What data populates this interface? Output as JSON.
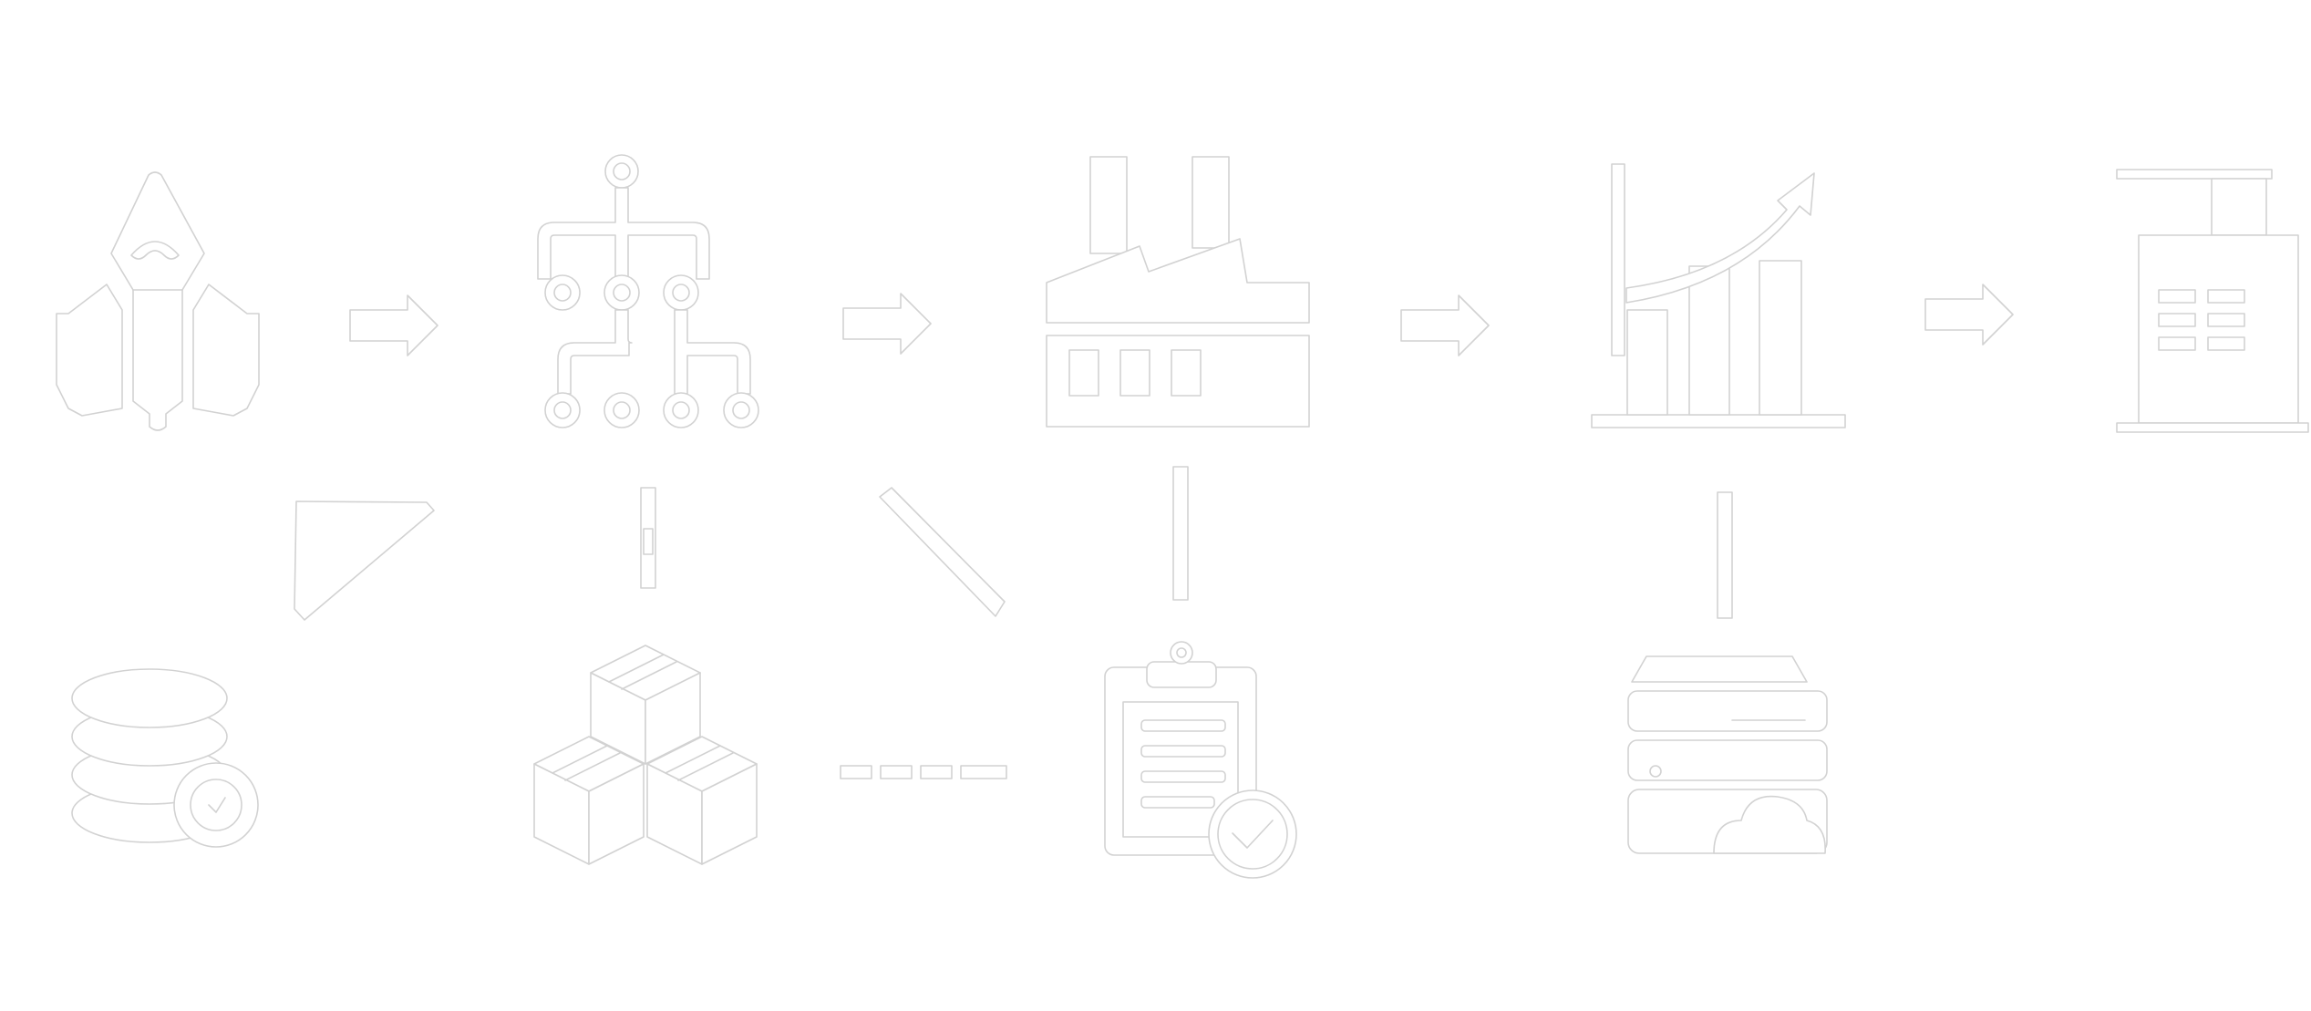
{
  "diagram": {
    "background": "#ffffff",
    "stroke_color": "#d2d2d2",
    "nodes": [
      {
        "id": "rocket",
        "icon": "rocket-icon"
      },
      {
        "id": "hierarchy",
        "icon": "org-hierarchy-icon"
      },
      {
        "id": "factory",
        "icon": "factory-icon"
      },
      {
        "id": "growth",
        "icon": "growth-chart-icon"
      },
      {
        "id": "building",
        "icon": "office-building-icon"
      },
      {
        "id": "data",
        "icon": "database-coins-icon"
      },
      {
        "id": "boxes",
        "icon": "stacked-boxes-icon"
      },
      {
        "id": "checklist",
        "icon": "clipboard-check-icon"
      },
      {
        "id": "cloud",
        "icon": "cloud-server-icon"
      }
    ],
    "connectors": [
      {
        "from": "rocket",
        "to": "hierarchy",
        "style": "arrow"
      },
      {
        "from": "hierarchy",
        "to": "factory",
        "style": "arrow"
      },
      {
        "from": "factory",
        "to": "growth",
        "style": "arrow"
      },
      {
        "from": "growth",
        "to": "building",
        "style": "arrow"
      },
      {
        "from": "hierarchy",
        "to": "data",
        "style": "line"
      },
      {
        "from": "hierarchy",
        "to": "boxes",
        "style": "line"
      },
      {
        "from": "hierarchy",
        "to": "checklist",
        "style": "line"
      },
      {
        "from": "factory",
        "to": "checklist",
        "style": "line"
      },
      {
        "from": "growth",
        "to": "cloud",
        "style": "line"
      },
      {
        "from": "boxes",
        "to": "checklist",
        "style": "dashed"
      }
    ]
  }
}
